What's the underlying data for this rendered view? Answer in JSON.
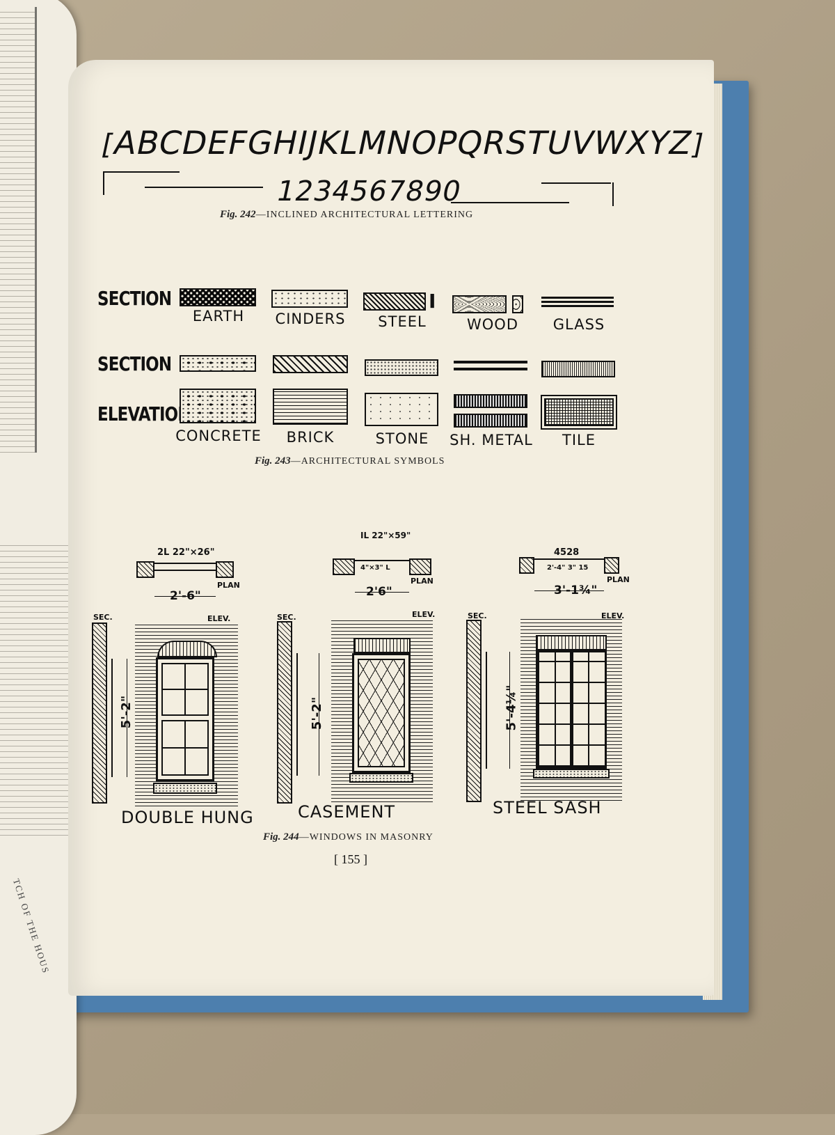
{
  "fig242": {
    "letters": "ABCDEFGHIJKLMNOPQRSTUVWXYZ",
    "numerals": "1234567890",
    "figure_label": "Fig. 242",
    "caption": "—INCLINED ARCHITECTURAL LETTERING"
  },
  "fig243": {
    "row_section": "SECTION",
    "row_section2": "SECTION",
    "row_elevation": "ELEVATION",
    "labels_top": [
      "EARTH",
      "CINDERS",
      "STEEL",
      "WOOD",
      "GLASS"
    ],
    "labels_bottom": [
      "CONCRETE",
      "BRICK",
      "STONE",
      "SH. METAL",
      "TILE"
    ],
    "ibeam": "I",
    "figure_label": "Fig. 243",
    "caption": "—ARCHITECTURAL SYMBOLS"
  },
  "fig244": {
    "windows": [
      {
        "title": "DOUBLE HUNG",
        "plan_note": "2L 22\"×26\"",
        "width": "2'-6\"",
        "height": "5'-2\""
      },
      {
        "title": "CASEMENT",
        "plan_note": "IL 22\"×59\"",
        "plan_note2": "4\"×3\" L",
        "width": "2'6\"",
        "height": "5'-2\""
      },
      {
        "title": "STEEL SASH",
        "plan_note": "4528",
        "plan_note2": "2'-4\" 3\" 15",
        "width": "3'-1¾\"",
        "height": "5'-4¼\""
      }
    ],
    "plan_label": "PLAN",
    "sec_label": "SEC.",
    "elev_label": "ELEV.",
    "figure_label": "Fig. 244",
    "caption": "—WINDOWS IN MASONRY"
  },
  "page_number": "[ 155 ]",
  "left_page_caption": "TCH OF THE HOUS"
}
